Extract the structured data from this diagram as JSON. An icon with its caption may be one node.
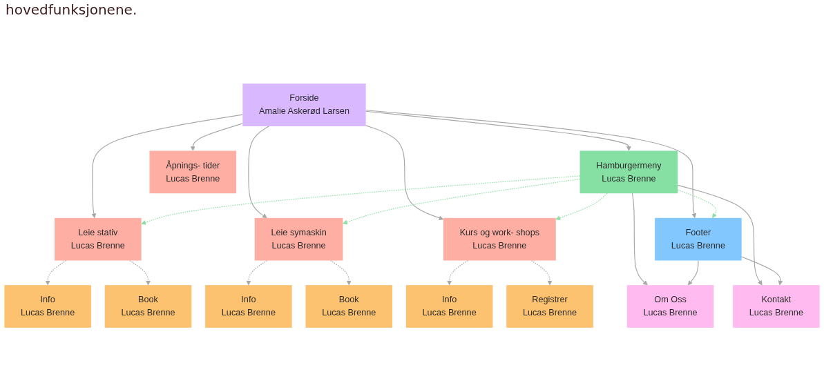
{
  "diagram": {
    "nodes": [
      {
        "text": [
          "Forside",
          "Amalie Askerød Larsen"
        ]
      },
      {
        "text": [
          "Hamburgermeny",
          "Lucas Brenne"
        ]
      },
      {
        "text": [
          "Leie stativ",
          "Lucas Brenne"
        ]
      },
      {
        "text": [
          "Leie symaskin",
          "Lucas Brenne"
        ]
      },
      {
        "text": [
          "Kurs og work- shops",
          "Lucas Brenne"
        ]
      },
      {
        "text": [
          "Åpnings- tider",
          "Lucas Brenne"
        ]
      },
      {
        "text": [
          "Footer",
          "Lucas Brenne"
        ]
      },
      {
        "text": [
          "Om Oss",
          "Lucas Brenne"
        ]
      },
      {
        "text": [
          "Kontakt",
          "Lucas Brenne"
        ]
      },
      {
        "text": [
          "Info",
          "Lucas Brenne"
        ]
      },
      {
        "text": [
          "Book",
          "Lucas Brenne"
        ]
      },
      {
        "text": [
          "Info",
          "Lucas Brenne"
        ]
      },
      {
        "text": [
          "Book",
          "Lucas Brenne"
        ]
      },
      {
        "text": [
          "Info",
          "Lucas Brenne"
        ]
      },
      {
        "text": [
          "Registrer",
          "Lucas Brenne"
        ]
      }
    ],
    "edges": [
      {
        "from": 0,
        "to": 1,
        "arrow": "to"
      },
      {
        "from": 0,
        "to": 2,
        "arrow": "to"
      },
      {
        "from": 0,
        "to": 3,
        "arrow": "to"
      },
      {
        "from": 0,
        "to": 4,
        "arrow": "to"
      },
      {
        "from": 0,
        "to": 5,
        "arrow": "to"
      },
      {
        "from": 0,
        "to": 6,
        "arrow": "to"
      },
      {
        "from": 1,
        "to": 2,
        "arrow": "to",
        "style": "dashed",
        "color": "#8fe0a6"
      },
      {
        "from": 1,
        "to": 3,
        "arrow": "to",
        "style": "dashed",
        "color": "#8fe0a6"
      },
      {
        "from": 1,
        "to": 4,
        "arrow": "to",
        "style": "dashed",
        "color": "#8fe0a6"
      },
      {
        "from": 1,
        "to": 6,
        "arrow": "to",
        "style": "dashed",
        "color": "#8fe0a6"
      },
      {
        "from": 1,
        "to": 7,
        "arrow": "to"
      },
      {
        "from": 1,
        "to": 8,
        "arrow": "to"
      },
      {
        "from": 6,
        "to": 7,
        "arrow": "to"
      },
      {
        "from": 6,
        "to": 8,
        "arrow": "to"
      },
      {
        "from": 2,
        "to": 9,
        "arrow": "to",
        "style": "dashed"
      },
      {
        "from": 2,
        "to": 10,
        "arrow": "to",
        "style": "dashed"
      },
      {
        "from": 3,
        "to": 11,
        "arrow": "to",
        "style": "dashed"
      },
      {
        "from": 3,
        "to": 12,
        "arrow": "to",
        "style": "dashed"
      },
      {
        "from": 4,
        "to": 13,
        "arrow": "to",
        "style": "dashed"
      },
      {
        "from": 4,
        "to": 14,
        "arrow": "to",
        "style": "dashed"
      }
    ],
    "labels": [
      "hovedfunksjonene."
    ]
  }
}
